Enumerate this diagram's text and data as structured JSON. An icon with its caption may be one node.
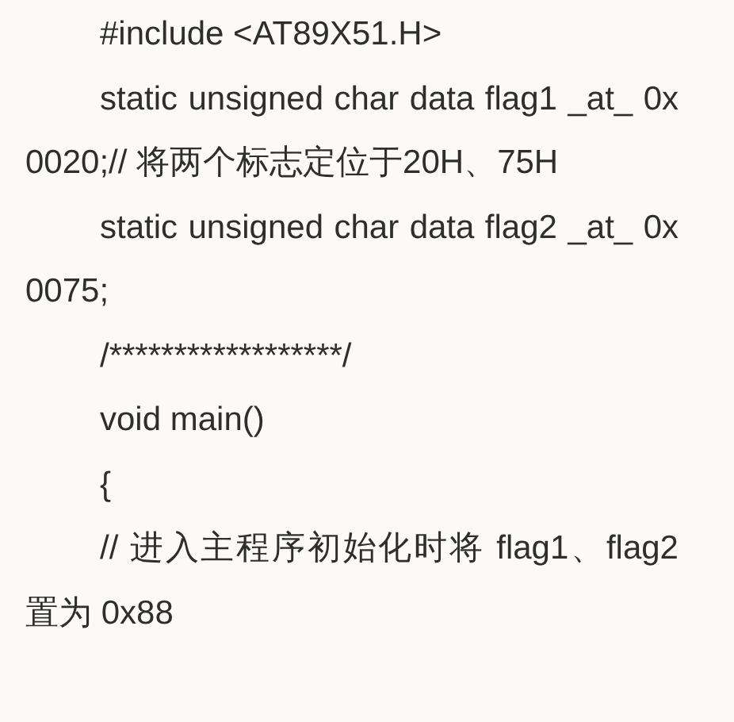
{
  "diagram": {
    "labels": [
      "#include <AT89X51.H>",
      "static unsigned char data flag1 _at_ 0x0020;// 将两个标志定位于20H、75H",
      "static unsigned char data flag2 _at_ 0x0075;",
      "/******************/",
      "void main()",
      "{",
      "// 进入主程序初始化时将 flag1、flag2 置为 0x88"
    ]
  }
}
